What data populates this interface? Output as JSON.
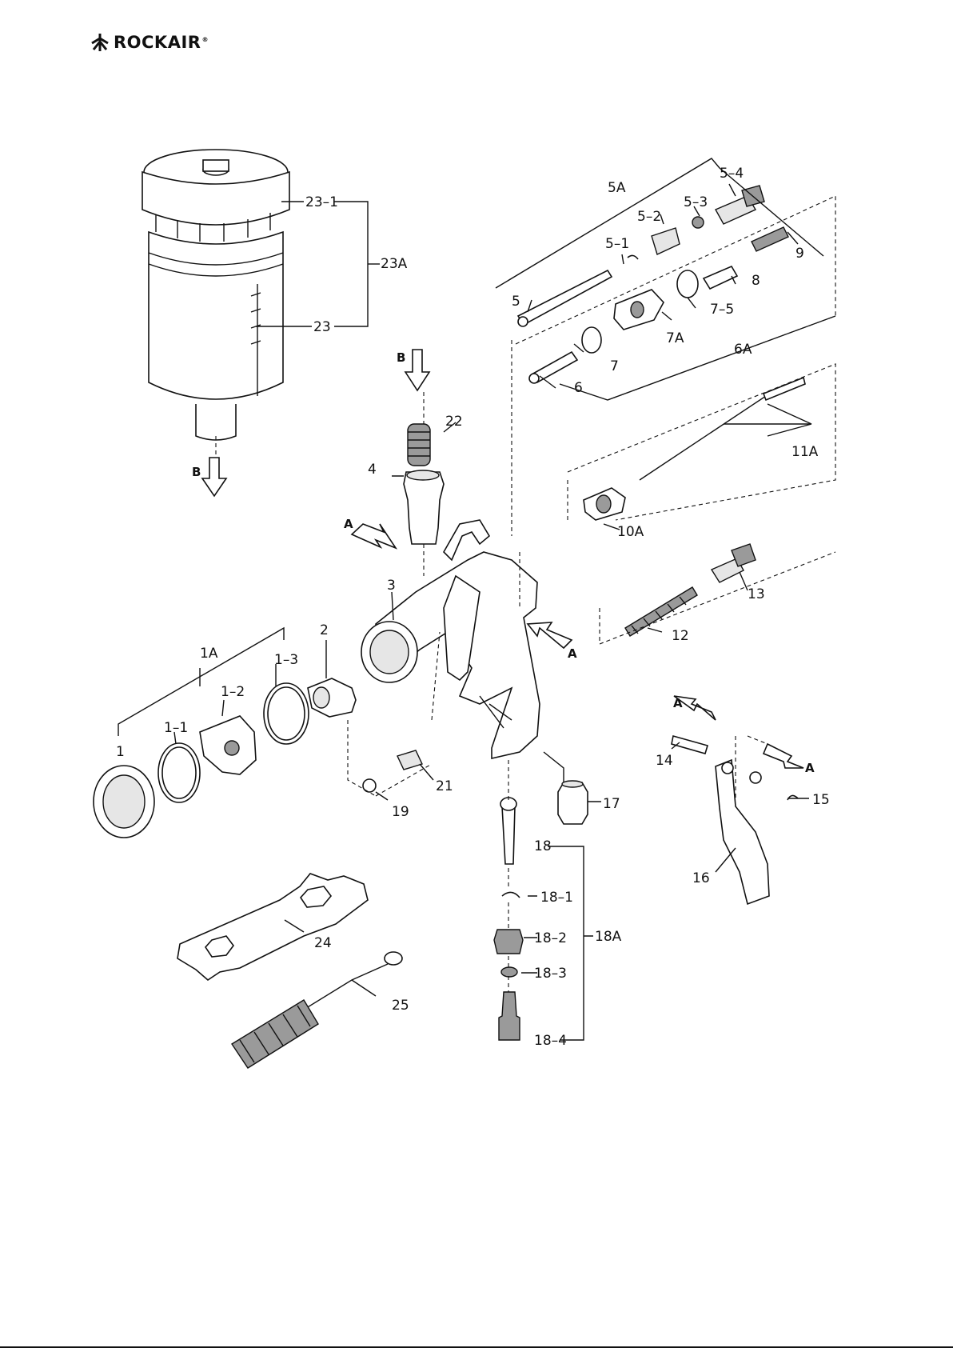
{
  "brand": {
    "logo_text": "ROCKAIR",
    "registered": "®"
  },
  "labels": {
    "l1": "1",
    "l1A": "1A",
    "l1_1": "1–1",
    "l1_2": "1–2",
    "l1_3": "1–3",
    "l2": "2",
    "l3": "3",
    "l4": "4",
    "l5": "5",
    "l5A": "5A",
    "l5_1": "5–1",
    "l5_2": "5–2",
    "l5_3": "5–3",
    "l5_4": "5–4",
    "l6": "6",
    "l6A": "6A",
    "l7": "7",
    "l7A": "7A",
    "l7_5": "7–5",
    "l8": "8",
    "l9": "9",
    "l10A": "10A",
    "l11A": "11A",
    "l12": "12",
    "l13": "13",
    "l14": "14",
    "l15": "15",
    "l16": "16",
    "l17": "17",
    "l18": "18",
    "l18A": "18A",
    "l18_1": "18–1",
    "l18_2": "18–2",
    "l18_3": "18–3",
    "l18_4": "18–4",
    "l19": "19",
    "l21": "21",
    "l22": "22",
    "l23": "23",
    "l23A": "23A",
    "l23_1": "23–1",
    "l24": "24",
    "l25": "25"
  },
  "arrows": {
    "a_left": "A",
    "a_right": "A",
    "a_trig_left": "A",
    "a_trig_right": "A",
    "b_top": "B",
    "b_bottom": "B"
  }
}
